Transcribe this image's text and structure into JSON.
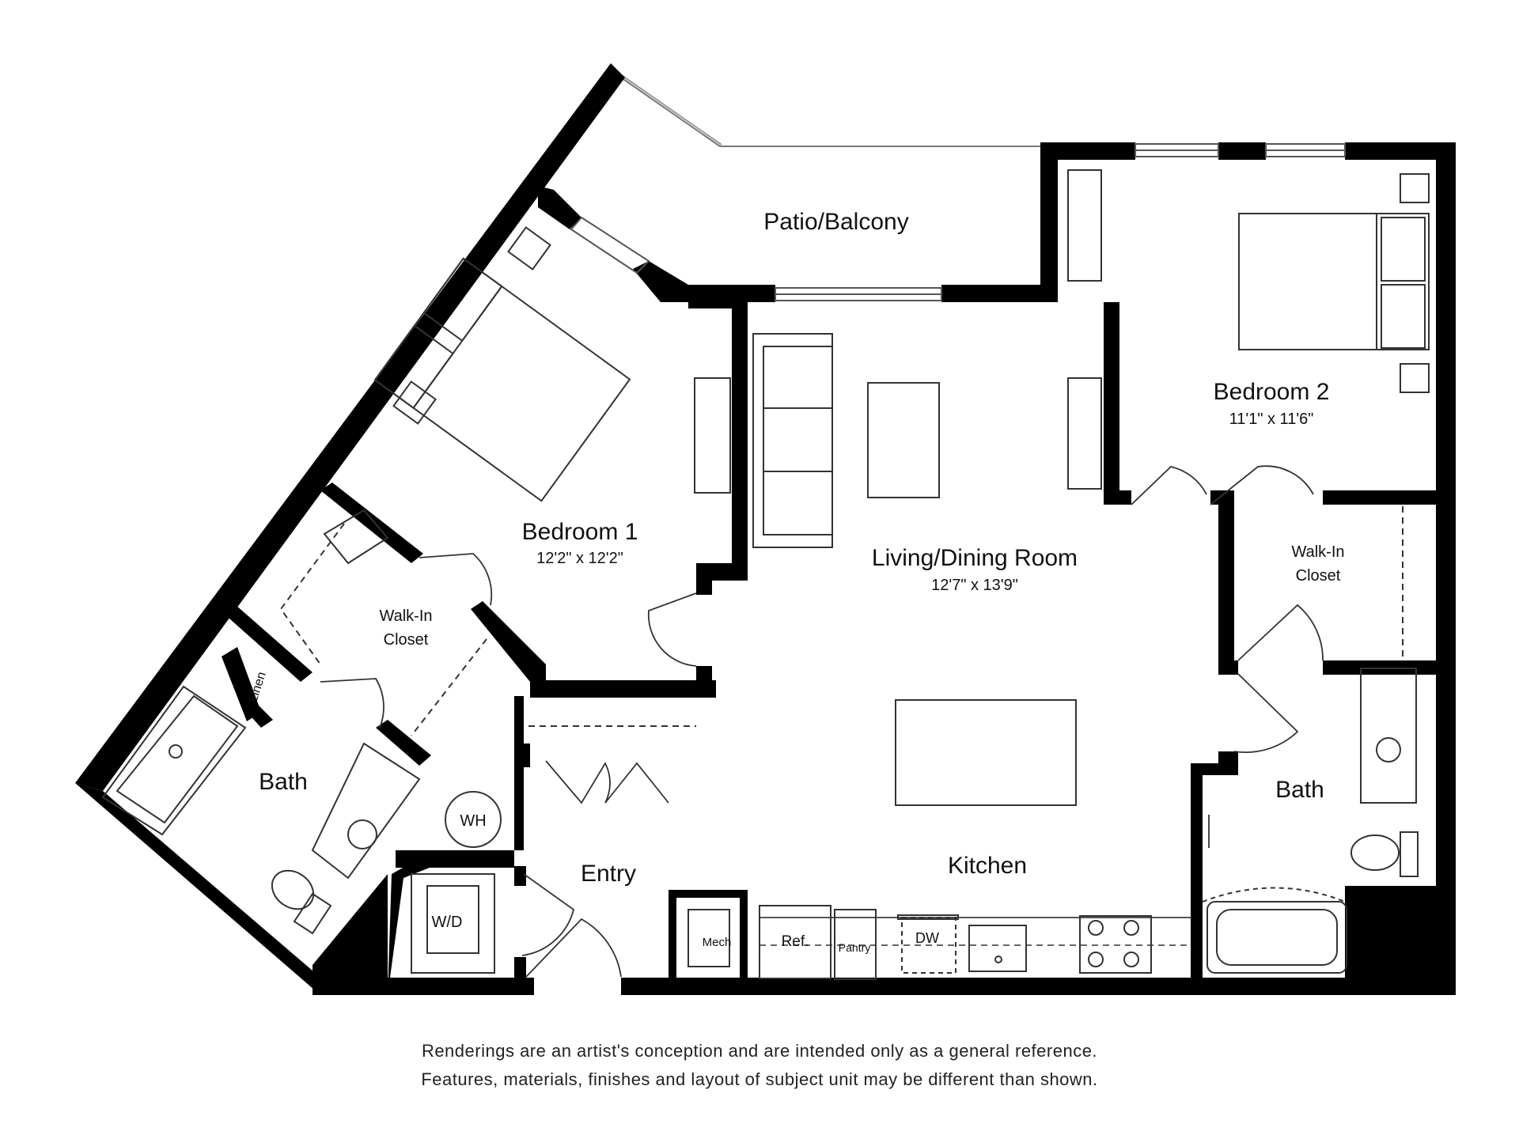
{
  "rooms": {
    "patio": {
      "name": "Patio/Balcony"
    },
    "bedroom1": {
      "name": "Bedroom 1",
      "dims": "12'2\" x 12'2\""
    },
    "bedroom2": {
      "name": "Bedroom 2",
      "dims": "11'1\" x 11'6\""
    },
    "living": {
      "name": "Living/Dining Room",
      "dims": "12'7\" x 13'9\""
    },
    "closet1": {
      "line1": "Walk-In",
      "line2": "Closet"
    },
    "closet2": {
      "line1": "Walk-In",
      "line2": "Closet"
    },
    "bath1": {
      "name": "Bath"
    },
    "bath2": {
      "name": "Bath"
    },
    "kitchen": {
      "name": "Kitchen"
    },
    "entry": {
      "name": "Entry"
    }
  },
  "fixtures": {
    "linen": "Linen",
    "wh": "WH",
    "wd": "W/D",
    "mech": "Mech",
    "ref": "Ref.",
    "pantry": "Pantry",
    "dw": "DW"
  },
  "disclaimer": {
    "line1": "Renderings are an artist's conception and are intended only as a general reference.",
    "line2": "Features, materials, finishes and layout of subject unit may be different than shown."
  }
}
